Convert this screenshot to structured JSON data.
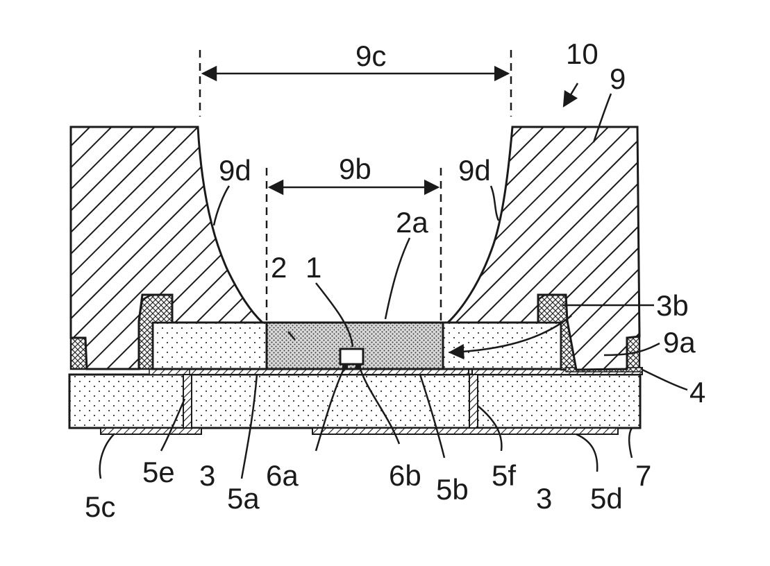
{
  "colors": {
    "ink": "#1a1a1a",
    "background": "#ffffff"
  },
  "labels": {
    "device": "10",
    "reflector": "9",
    "reflector_step": "9a",
    "bottom_opening": "9b",
    "top_opening": "9c",
    "reflector_surface_left": "9d",
    "reflector_surface_right": "9d",
    "encapsulant": "2",
    "encapsulant_surface": "2a",
    "led_chip": "1",
    "dam_top": "3b",
    "adhesive_layer": "4",
    "dam_left": "3",
    "dam_right": "3",
    "electrode_5a": "5a",
    "electrode_5b": "5b",
    "electrode_5c": "5c",
    "electrode_5d": "5d",
    "via_5e": "5e",
    "via_5f": "5f",
    "bump_6a": "6a",
    "bump_6b": "6b",
    "substrate": "7"
  }
}
